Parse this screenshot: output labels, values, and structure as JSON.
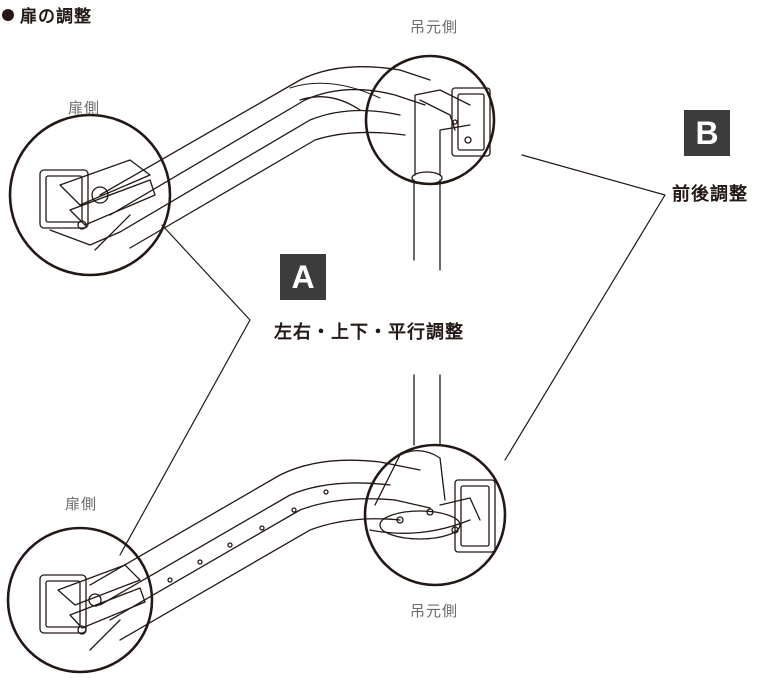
{
  "title": "扉の調整",
  "labels": {
    "hinge_side_top": "吊元側",
    "door_side_top": "扉側",
    "door_side_bottom": "扉側",
    "hinge_side_bottom": "吊元側"
  },
  "callout_a": {
    "letter": "A",
    "text": "左右・上下・平行調整"
  },
  "callout_b": {
    "letter": "B",
    "text": "前後調整"
  }
}
